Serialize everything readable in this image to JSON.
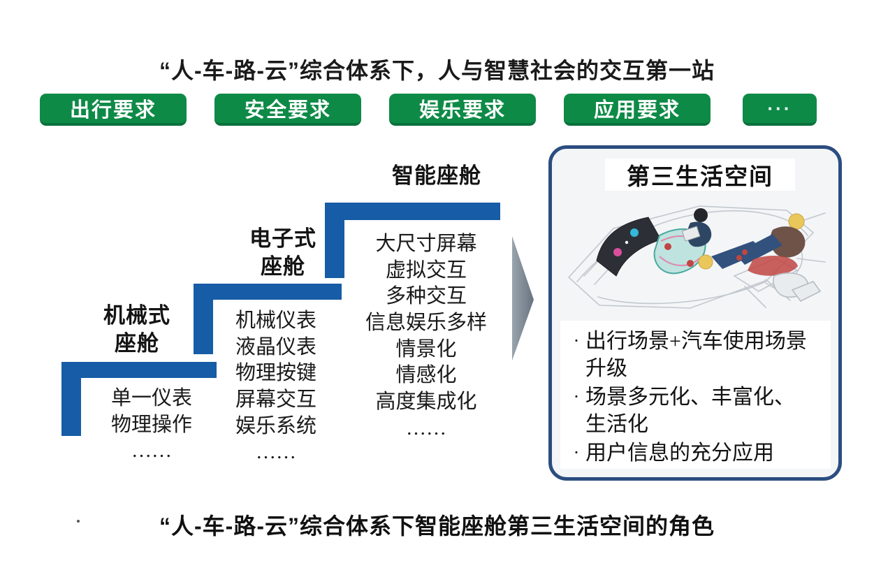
{
  "header": {
    "title": "“人-车-路-云”综合体系下，人与智慧社会的交互第一站"
  },
  "requirement_buttons": [
    {
      "label": "出行要求"
    },
    {
      "label": "安全要求"
    },
    {
      "label": "娱乐要求"
    },
    {
      "label": "应用要求"
    },
    {
      "label": "···"
    }
  ],
  "stairs": [
    {
      "name": "机械式座舱",
      "label_lines": [
        "机械式",
        "座舱"
      ],
      "items": [
        "单一仪表",
        "物理操作",
        "……"
      ]
    },
    {
      "name": "电子式座舱",
      "label_lines": [
        "电子式",
        "座舱"
      ],
      "items": [
        "机械仪表",
        "液晶仪表",
        "物理按键",
        "屏幕交互",
        "娱乐系统",
        "……"
      ]
    },
    {
      "name": "智能座舱",
      "label_lines": [
        "智能座舱"
      ],
      "items": [
        "大尺寸屏幕",
        "虚拟交互",
        "多种交互",
        "信息娱乐多样",
        "情景化",
        "情感化",
        "高度集成化",
        "……"
      ]
    }
  ],
  "third_space": {
    "title": "第三生活空间",
    "bullet_char": "·",
    "bullets": [
      {
        "lines": [
          "出行场景+汽车使用场景",
          "升级"
        ]
      },
      {
        "lines": [
          "场景多元化、丰富化、",
          "生活化"
        ]
      },
      {
        "lines": [
          "用户信息的充分应用"
        ]
      }
    ],
    "illustration": "car-interior-concept-sketch"
  },
  "caption": "“人-车-路-云”综合体系下智能座舱第三生活空间的角色",
  "colors": {
    "step_blue": "#165CA6",
    "button_green": "#0E8A47",
    "box_border_navy": "#2B4D80",
    "arrow_gray": "#76818D"
  }
}
